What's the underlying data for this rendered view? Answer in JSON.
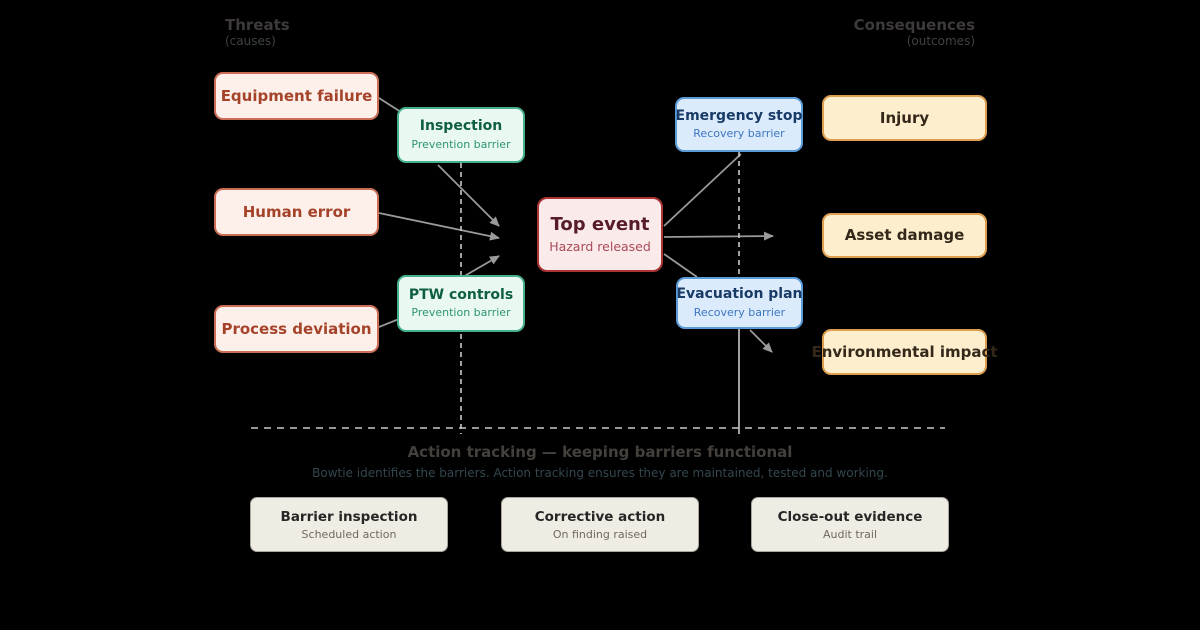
{
  "headers": {
    "threats": "Threats",
    "threats_sub": "(causes)",
    "consequences": "Consequences",
    "consequences_sub": "(outcomes)"
  },
  "threats": [
    {
      "label": "Equipment failure"
    },
    {
      "label": "Human error"
    },
    {
      "label": "Process deviation"
    }
  ],
  "prevention_barriers": [
    {
      "title": "Inspection",
      "subtitle": "Prevention barrier"
    },
    {
      "title": "PTW controls",
      "subtitle": "Prevention barrier"
    }
  ],
  "top_event": {
    "title": "Top event",
    "subtitle": "Hazard released"
  },
  "recovery_barriers": [
    {
      "title": "Emergency stop",
      "subtitle": "Recovery barrier"
    },
    {
      "title": "Evacuation plan",
      "subtitle": "Recovery barrier"
    }
  ],
  "consequences": [
    {
      "label": "Injury"
    },
    {
      "label": "Asset damage"
    },
    {
      "label": "Environmental impact"
    }
  ],
  "action_tracking": {
    "title": "Action tracking — keeping barriers functional",
    "subtitle": "Bowtie identifies the barriers. Action tracking ensures they are maintained, tested and working.",
    "cards": [
      {
        "title": "Barrier inspection",
        "subtitle": "Scheduled action"
      },
      {
        "title": "Corrective action",
        "subtitle": "On finding raised"
      },
      {
        "title": "Close-out evidence",
        "subtitle": "Audit trail"
      }
    ]
  },
  "colors": {
    "background": "#000000",
    "threat_fill": "#fdf0ea",
    "threat_border": "#cc6e55",
    "threat_text": "#a5432a",
    "prevention_fill": "#e9f8f0",
    "prevention_border": "#45b08c",
    "prevention_title": "#0e5f41",
    "prevention_subtitle": "#2f9474",
    "top_event_fill": "#fbeaea",
    "top_event_border": "#aa3333",
    "top_event_title": "#561c2c",
    "top_event_subtitle": "#a84a5a",
    "recovery_fill": "#dcebfc",
    "recovery_border": "#5a9bd8",
    "recovery_title": "#173a66",
    "recovery_subtitle": "#3c76c2",
    "consequence_fill": "#fdeecd",
    "consequence_border": "#dd9f4f",
    "consequence_text": "#33281a",
    "card_fill": "#efece4",
    "card_border": "#a9a69e",
    "card_title": "#262626",
    "card_subtitle": "#6e6a62",
    "connector_gray": "#9a9a9a",
    "dashed_gray": "#c9c9c9",
    "header_text": "#3e3a3a",
    "action_subtitle_text": "#33474f"
  }
}
